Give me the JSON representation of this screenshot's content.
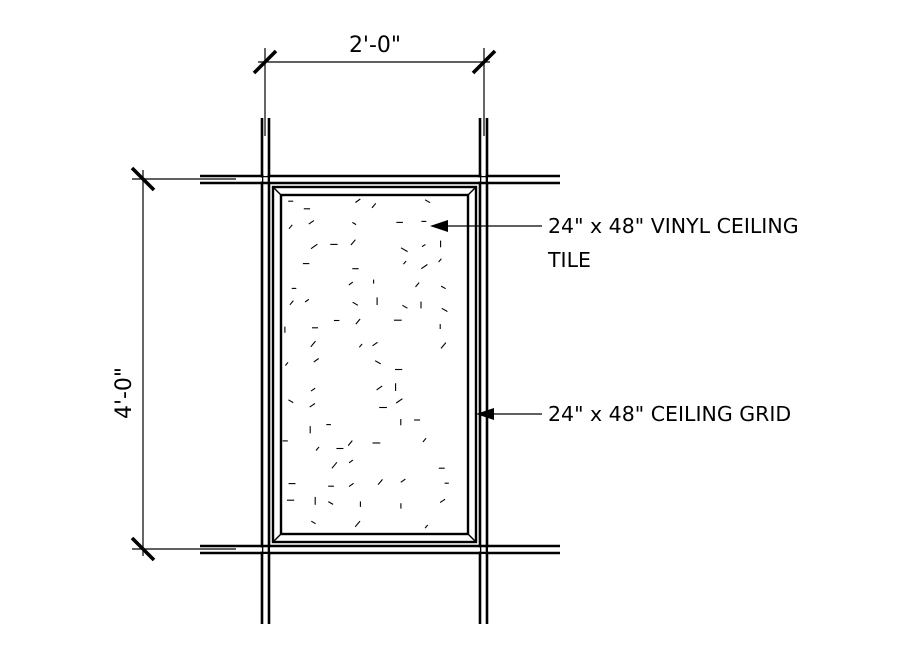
{
  "dimensions": {
    "width_label": "2'-0\"",
    "height_label": "4'-0\""
  },
  "callouts": {
    "tile_line1": "24\" x 48\" VINYL CEILING",
    "tile_line2": "TILE",
    "grid": "24\" x 48\" CEILING GRID"
  },
  "colors": {
    "line": "#000000",
    "background": "#ffffff"
  }
}
